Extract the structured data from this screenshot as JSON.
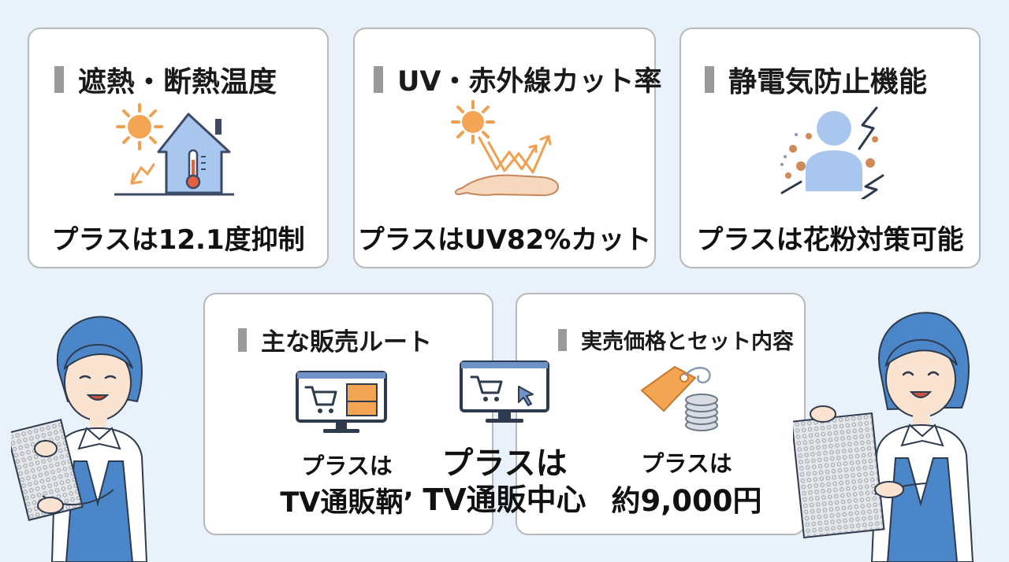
{
  "cards": [
    {
      "title": "遮熱・断熱温度",
      "result": "プラスは12.1度抑制",
      "icon": "sun-house-thermometer-icon"
    },
    {
      "title": "UV・赤外線カット率",
      "result": "プラスはUV82%カット",
      "icon": "sun-arrows-hand-icon"
    },
    {
      "title": "静電気防止機能",
      "result": "プラスは花粉対策可能",
      "icon": "person-pollen-static-icon"
    }
  ],
  "route_card": {
    "title": "主な販売ルート",
    "icons": [
      "tv-shopping-monitor-icon",
      "online-shopping-monitor-icon"
    ],
    "result_left_line1": "プラスは",
    "result_left_line2": "TV通販鞆ʼ",
    "result_center_line1": "プラスは",
    "result_center_line2": "TV通販中心"
  },
  "price_card": {
    "title": "実売価格とセット内容",
    "icon": "price-tag-coins-icon",
    "result_line1": "プラスは",
    "result_line2": "約9,000円"
  },
  "colors": {
    "background": "#e9f2fb",
    "card_border": "#b9b9b9",
    "title_bar": "#9a9a9a",
    "orange_accent": "#f0a050",
    "blue_accent": "#4a86c8"
  }
}
